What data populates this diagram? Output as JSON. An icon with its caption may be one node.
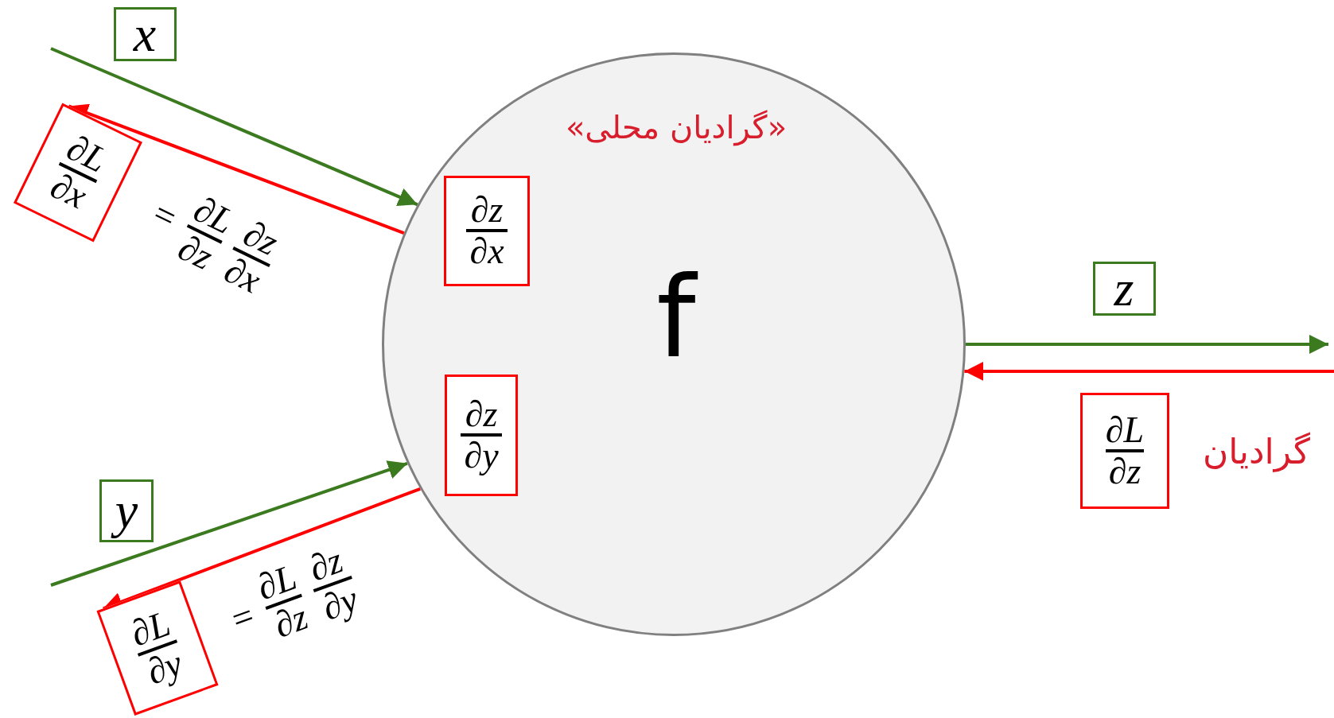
{
  "diagram": {
    "nodes": [
      {
        "text": [
          "«گرادیان محلی»",
          "f"
        ]
      },
      {
        "text": [
          "∂z",
          "∂x"
        ],
        "in": 0
      },
      {
        "text": [
          "∂z",
          "∂y"
        ],
        "in": 0
      },
      {
        "text": [
          "x"
        ]
      },
      {
        "text": [
          "y"
        ]
      },
      {
        "text": [
          "z"
        ]
      },
      {
        "text": [
          "∂L",
          "∂z"
        ],
        "beside": [
          "گرادیان"
        ]
      },
      {
        "text": [
          "∂L",
          "∂x"
        ],
        "beside": [
          "=",
          "∂L",
          "∂z",
          "∂z",
          "∂x"
        ]
      },
      {
        "text": [
          "∂L",
          "∂y"
        ],
        "beside": [
          "=",
          "∂L",
          "∂z",
          "∂z",
          "∂y"
        ]
      }
    ],
    "edges": [
      {
        "from": null,
        "to": 0,
        "arrow": "to",
        "color": "#3b7a1e"
      },
      {
        "from": 0,
        "to": 7,
        "arrow": "to",
        "color": "#ff0000"
      },
      {
        "from": 0,
        "to": null,
        "arrow": "to",
        "color": "#3b7a1e"
      },
      {
        "from": null,
        "to": 0,
        "arrow": "to",
        "color": "#ff0000"
      },
      {
        "from": null,
        "to": 0,
        "arrow": "to",
        "color": "#3b7a1e"
      },
      {
        "from": 0,
        "to": 8,
        "arrow": "to",
        "color": "#ff0000"
      }
    ]
  }
}
